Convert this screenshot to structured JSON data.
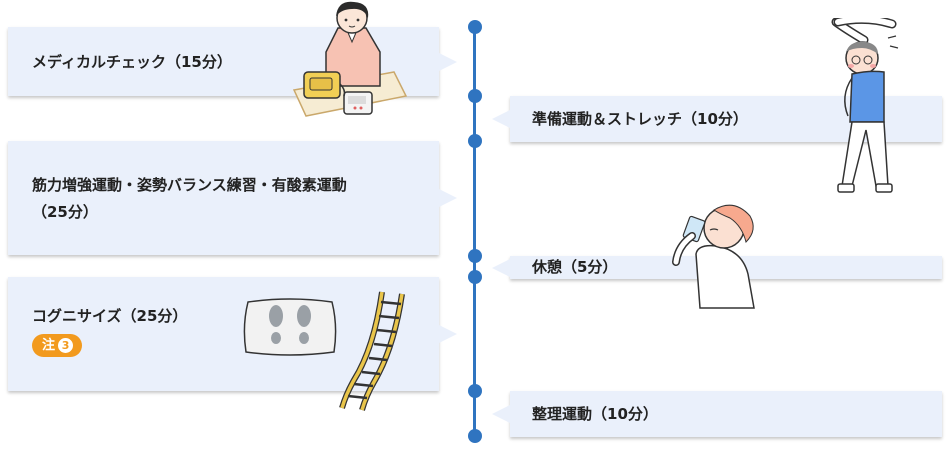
{
  "steps": [
    {
      "label": "メディカルチェック（15分）"
    },
    {
      "label": "準備運動＆ストレッチ（10分）"
    },
    {
      "label_line1": "筋力増強運動・姿勢バランス練習・有酸素運動",
      "label_line2": "（25分）"
    },
    {
      "label": "休憩（5分）"
    },
    {
      "label": "コグニサイズ（25分）",
      "badge_text": "注",
      "badge_number": "3"
    },
    {
      "label": "整理運動（10分）"
    }
  ],
  "colors": {
    "timeline": "#2f74c0",
    "card_background": "#eaf0fb",
    "badge": "#f29a1e"
  },
  "icons": [
    "woman-blood-pressure-icon",
    "man-stretching-icon",
    "woman-drinking-water-icon",
    "footprint-mat-icon",
    "agility-ladder-icon"
  ]
}
